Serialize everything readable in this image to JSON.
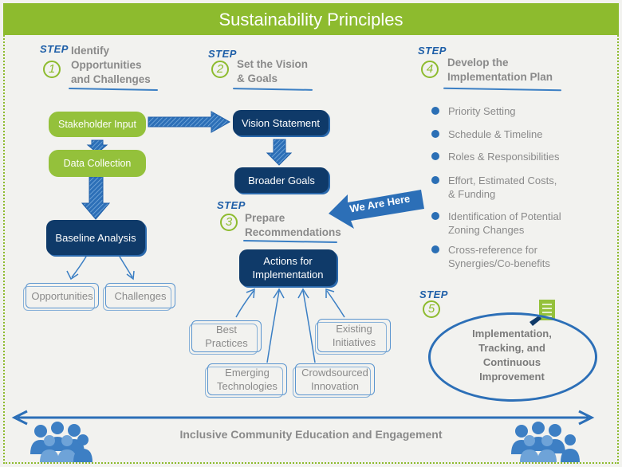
{
  "title": "Sustainability Principles",
  "step_word": "STEP",
  "steps": [
    {
      "number": "1",
      "title_line1": "Identify",
      "title_line2": "Opportunities",
      "title_line3": "and Challenges"
    },
    {
      "number": "2",
      "title_line1": "Set the Vision",
      "title_line2": "& Goals"
    },
    {
      "number": "3",
      "title_line1": "Prepare",
      "title_line2": "Recommendations"
    },
    {
      "number": "4",
      "title_line1": "Develop the",
      "title_line2": "Implementation Plan"
    },
    {
      "number": "5"
    }
  ],
  "step1": {
    "stakeholder_input": "Stakeholder Input",
    "data_collection": "Data Collection",
    "baseline_analysis": "Baseline Analysis",
    "opportunities": "Opportunities",
    "challenges": "Challenges"
  },
  "step2": {
    "vision_statement": "Vision Statement",
    "broader_goals": "Broader Goals"
  },
  "step3": {
    "actions_line1": "Actions for",
    "actions_line2": "Implementation",
    "best_practices_line1": "Best",
    "best_practices_line2": "Practices",
    "existing_line1": "Existing",
    "existing_line2": "Initiatives",
    "emerging_line1": "Emerging",
    "emerging_line2": "Technologies",
    "crowdsourced_line1": "Crowdsourced",
    "crowdsourced_line2": "Innovation"
  },
  "we_are_here": "We Are Here",
  "step4_items": [
    {
      "line1": "Priority Setting",
      "line2": ""
    },
    {
      "line1": "Schedule & Timeline",
      "line2": ""
    },
    {
      "line1": "Roles & Responsibilities",
      "line2": ""
    },
    {
      "line1": "Effort, Estimated Costs,",
      "line2": "& Funding"
    },
    {
      "line1": "Identification of Potential",
      "line2": "Zoning Changes"
    },
    {
      "line1": "Cross-reference for",
      "line2": "Synergies/Co-benefits"
    }
  ],
  "step5": {
    "line1": "Implementation,",
    "line2": "Tracking, and",
    "line3": "Continuous",
    "line4": "Improvement"
  },
  "bottom_label": "Inclusive Community Education and Engagement",
  "colors": {
    "green": "#8dbb2e",
    "navy": "#0f3a69",
    "blue": "#2c6fb7",
    "gray_text": "#8a8a8a"
  },
  "icons": [
    "checklist-icon",
    "people-group-icon"
  ]
}
